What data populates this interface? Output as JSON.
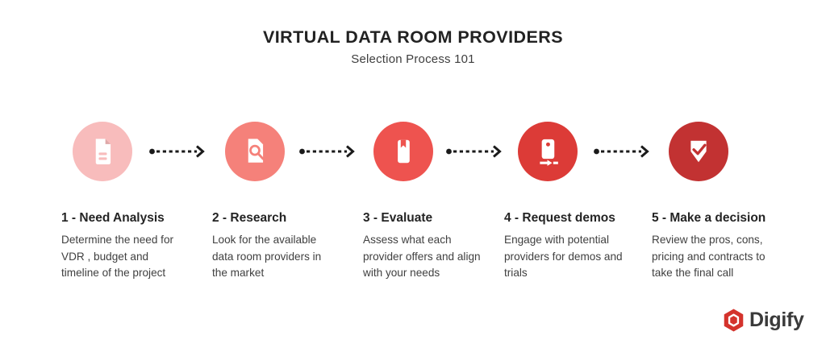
{
  "header": {
    "title": "VIRTUAL DATA ROOM PROVIDERS",
    "subtitle": "Selection Process 101"
  },
  "steps": [
    {
      "title": "1 - Need Analysis",
      "description": "Determine the need for VDR , budget and timeline of the project",
      "icon": "document-icon",
      "circle_color": "#F8BCBC"
    },
    {
      "title": "2 - Research",
      "description": "Look for the available data room providers in the market",
      "icon": "document-search-icon",
      "circle_color": "#F5817A"
    },
    {
      "title": "3 - Evaluate",
      "description": "Assess what each provider offers and align with your needs",
      "icon": "book-bookmark-icon",
      "circle_color": "#EE534F"
    },
    {
      "title": "4 - Request demos",
      "description": "Engage with potential providers for demos and trials",
      "icon": "device-demo-icon",
      "circle_color": "#DC3B37"
    },
    {
      "title": "5 - Make a decision",
      "description": "Review the pros, cons, pricing and contracts to take the final call",
      "icon": "shield-check-icon",
      "circle_color": "#C23232"
    }
  ],
  "connector": {
    "style": "dotted-arrow",
    "color": "#1A1A1A"
  },
  "logo": {
    "text": "Digify",
    "icon": "digify-hexagon-icon",
    "icon_color": "#D4332C",
    "text_color": "#3A3A3A"
  },
  "colors": {
    "background": "#FFFFFF"
  }
}
